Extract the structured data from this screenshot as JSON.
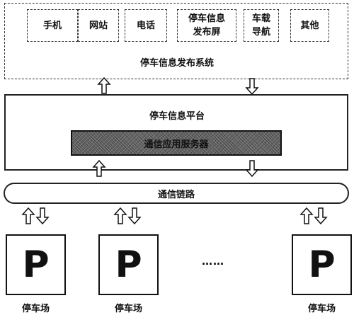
{
  "channels": [
    "手机",
    "网站",
    "电话",
    "停车信息\n发布屏",
    "车载\n导航",
    "其他"
  ],
  "system_title": "停车信息发布系统",
  "platform_title": "停车信息平台",
  "server_label": "通信应用服务器",
  "link_label": "通信链路",
  "lot_symbol": "P",
  "lot_label": "停车场",
  "ellipsis": "……"
}
